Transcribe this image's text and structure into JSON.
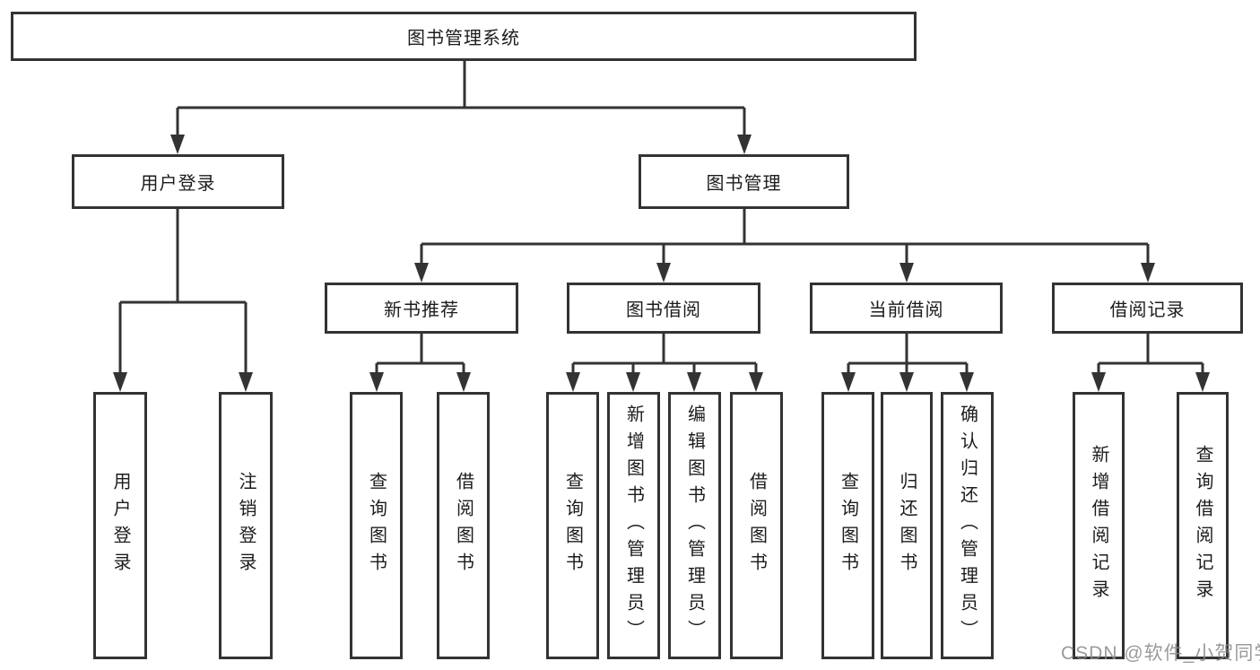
{
  "diagram": {
    "title": "图书管理系统",
    "branches": [
      {
        "label": "用户登录",
        "leaves": [
          {
            "label": "用户登录"
          },
          {
            "label": "注销登录"
          }
        ]
      },
      {
        "label": "图书管理",
        "groups": [
          {
            "label": "新书推荐",
            "leaves": [
              {
                "label": "查询图书"
              },
              {
                "label": "借阅图书"
              }
            ]
          },
          {
            "label": "图书借阅",
            "leaves": [
              {
                "label": "查询图书"
              },
              {
                "label": "新增图书（管理员）"
              },
              {
                "label": "编辑图书（管理员）"
              },
              {
                "label": "借阅图书"
              }
            ]
          },
          {
            "label": "当前借阅",
            "leaves": [
              {
                "label": "查询图书"
              },
              {
                "label": "归还图书"
              },
              {
                "label": "确认归还（管理员）"
              }
            ]
          },
          {
            "label": "借阅记录",
            "leaves": [
              {
                "label": "新增借阅记录"
              },
              {
                "label": "查询借阅记录"
              }
            ]
          }
        ]
      }
    ]
  },
  "watermark": "CSDN @软件_小贺同学",
  "colors": {
    "line": "#333333",
    "box_border": "#333333",
    "background": "#ffffff",
    "text": "#1c1c1c",
    "watermark": "#888888"
  }
}
